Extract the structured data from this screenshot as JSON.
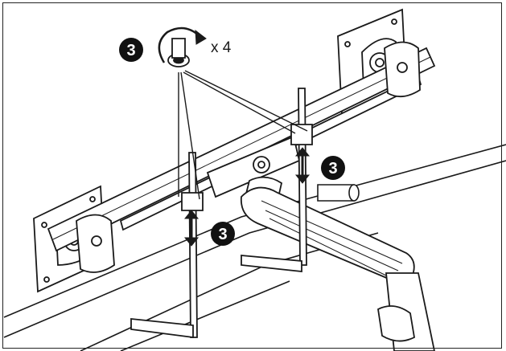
{
  "instruction": {
    "step_badges": [
      {
        "number": "3"
      },
      {
        "number": "3"
      },
      {
        "number": "3"
      }
    ],
    "quantity": "x 4"
  },
  "icons": {
    "step_badge": "filled-circle-number-icon",
    "tighten": "rotate-clockwise-arrow-icon",
    "allen_key": "allen-key-icon",
    "adjust": "up-down-arrow-icon"
  },
  "colors": {
    "line": "#1a1a1a",
    "badge_fill": "#111111",
    "badge_text": "#ffffff",
    "background": "#ffffff"
  }
}
